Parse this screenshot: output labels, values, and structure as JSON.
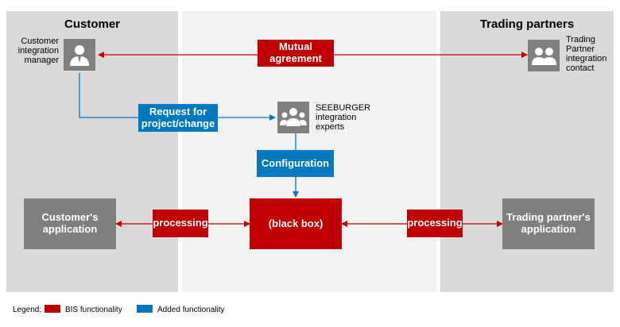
{
  "columns": {
    "left": "Customer",
    "right": "Trading partners"
  },
  "actors": {
    "customer_manager": "Customer\nintegration\nmanager",
    "partner_contact": "Trading\nPartner\nintegration\ncontact",
    "seeburger_experts": "SEEBURGER\nintegration\nexperts"
  },
  "boxes": {
    "mutual_agreement": "Mutual\nagreement",
    "request": "Request for\nproject/change",
    "configuration": "Configuration",
    "customer_app": "Customer's\napplication",
    "processing_left": "processing",
    "black_box": "(black box)",
    "processing_right": "processing",
    "partner_app": "Trading partner's\napplication"
  },
  "legend": {
    "title": "Legend:",
    "bis": "BIS functionality",
    "added": "Added functionality"
  },
  "colors": {
    "red": "#c00000",
    "blue": "#0079c1",
    "gray": "#7f7f7f"
  },
  "icons": {
    "customer_manager": "user-icon",
    "seeburger_experts": "group-icon",
    "partner_contact": "two-users-icon"
  }
}
